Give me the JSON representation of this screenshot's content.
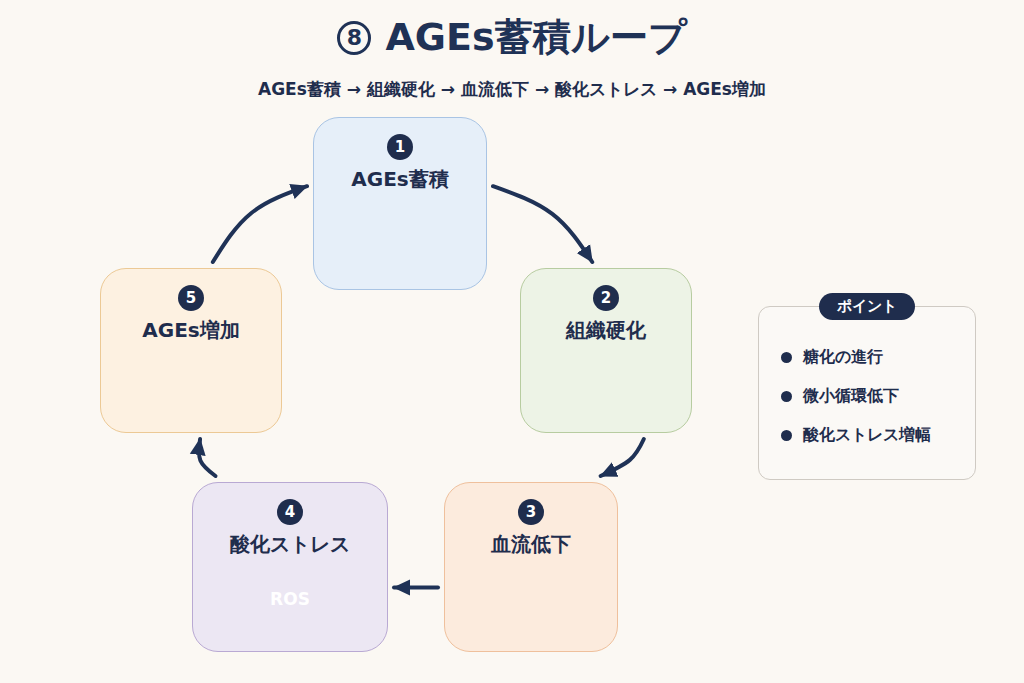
{
  "diagram": {
    "title": "AGEs蓄積ループ",
    "nodes": [
      {
        "text": [
          "1",
          "AGEs蓄積"
        ]
      },
      {
        "text": [
          "2",
          "組織硬化"
        ]
      },
      {
        "text": [
          "3",
          "血流低下"
        ]
      },
      {
        "text": [
          "4",
          "酸化ストレス",
          "ROS"
        ]
      },
      {
        "text": [
          "5",
          "AGEs増加"
        ]
      },
      {
        "text": [
          "ポイント",
          "糖化の進行",
          "微小循環低下",
          "酸化ストレス増幅"
        ]
      }
    ],
    "edges": [
      {
        "from": 0,
        "to": 1,
        "arrow": "to"
      },
      {
        "from": 1,
        "to": 2,
        "arrow": "to"
      },
      {
        "from": 2,
        "to": 3,
        "arrow": "to"
      },
      {
        "from": 3,
        "to": 4,
        "arrow": "to"
      },
      {
        "from": 4,
        "to": 0,
        "arrow": "to"
      }
    ],
    "labels": [
      "8",
      "AGEs蓄積 → 組織硬化 → 血流低下 → 酸化ストレス → AGEs増加"
    ]
  }
}
